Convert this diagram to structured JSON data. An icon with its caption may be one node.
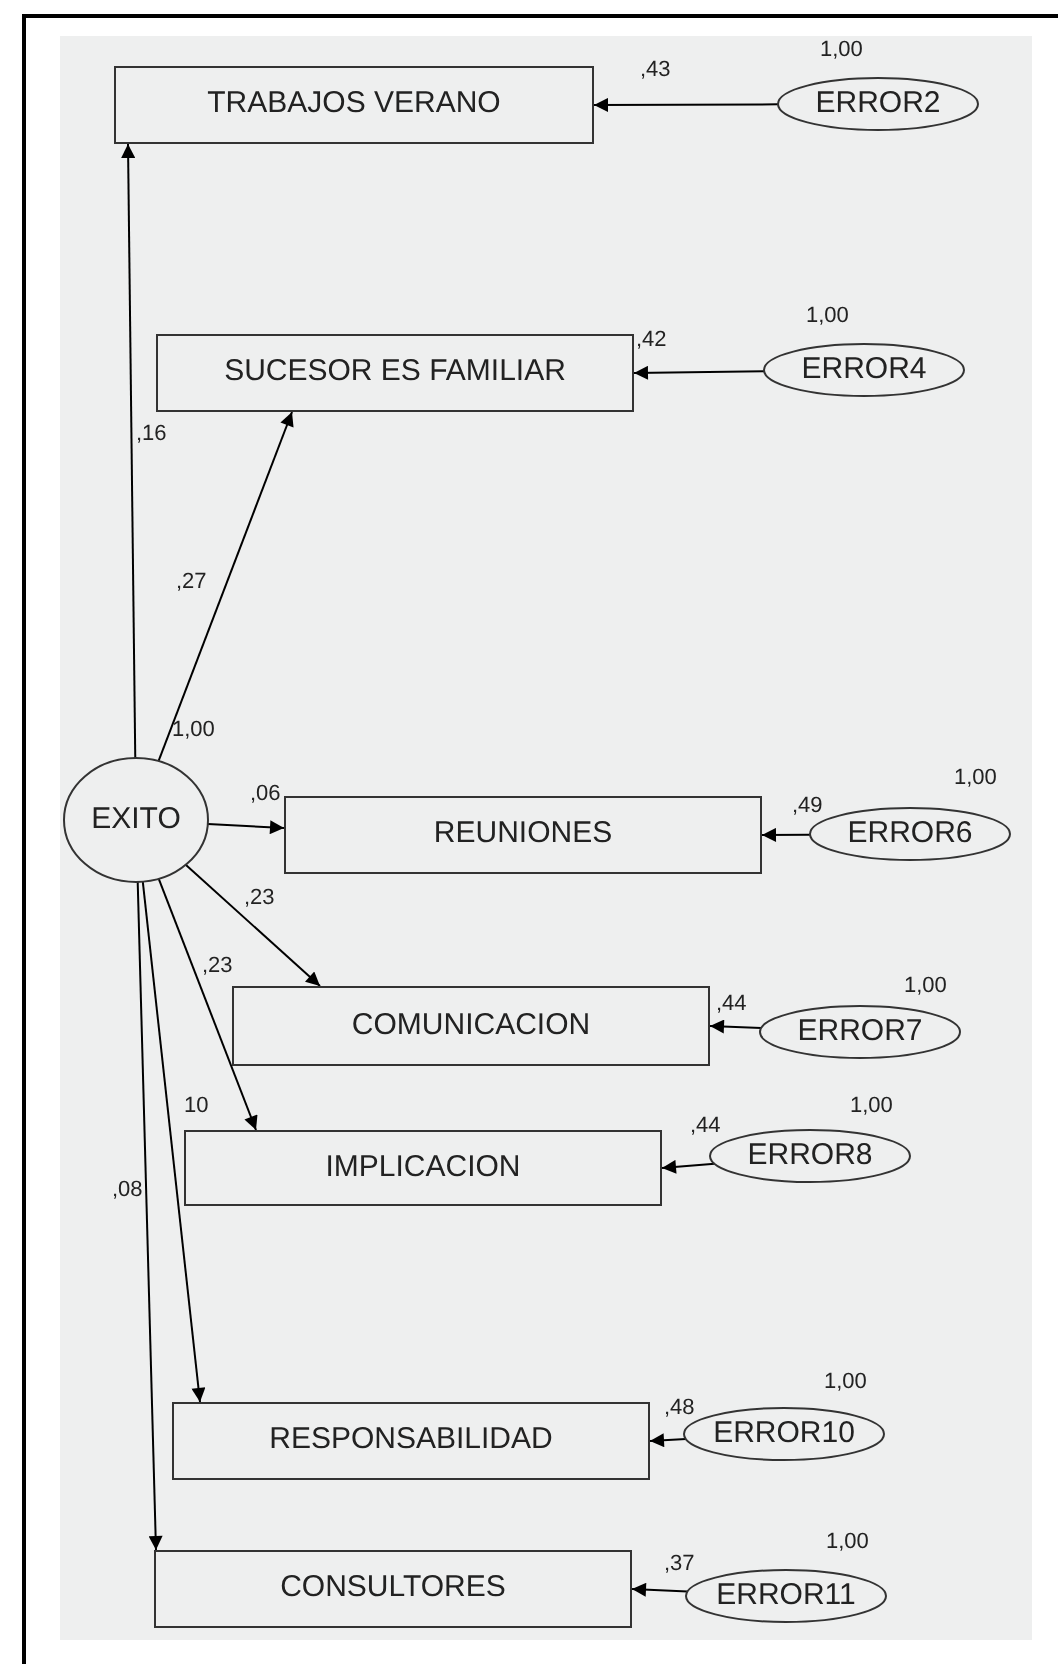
{
  "diagram": {
    "nodes": [
      {
        "text": [
          "TRABAJOS VERANO"
        ]
      },
      {
        "text": [
          "ERROR2"
        ]
      },
      {
        "text": [
          "SUCESOR ES FAMILIAR"
        ]
      },
      {
        "text": [
          "ERROR4"
        ]
      },
      {
        "text": [
          "EXITO"
        ]
      },
      {
        "text": [
          "REUNIONES"
        ]
      },
      {
        "text": [
          "ERROR6"
        ]
      },
      {
        "text": [
          "COMUNICACION"
        ]
      },
      {
        "text": [
          "ERROR7"
        ]
      },
      {
        "text": [
          "IMPLICACION"
        ]
      },
      {
        "text": [
          "ERROR8"
        ]
      },
      {
        "text": [
          "RESPONSABILIDAD"
        ]
      },
      {
        "text": [
          "ERROR10"
        ]
      },
      {
        "text": [
          "CONSULTORES"
        ]
      },
      {
        "text": [
          "ERROR11"
        ]
      }
    ],
    "edges": [
      {
        "from": 1,
        "to": 0,
        "arrow": "to"
      },
      {
        "from": 3,
        "to": 2,
        "arrow": "to"
      },
      {
        "from": 4,
        "to": 0,
        "arrow": "to"
      },
      {
        "from": 4,
        "to": 2,
        "arrow": "to"
      },
      {
        "from": 4,
        "to": 5,
        "arrow": "to"
      },
      {
        "from": 6,
        "to": 5,
        "arrow": "to"
      },
      {
        "from": 4,
        "to": 7,
        "arrow": "to"
      },
      {
        "from": 8,
        "to": 7,
        "arrow": "to"
      },
      {
        "from": 4,
        "to": 9,
        "arrow": "to"
      },
      {
        "from": 10,
        "to": 9,
        "arrow": "to"
      },
      {
        "from": 4,
        "to": 11,
        "arrow": "to"
      },
      {
        "from": 12,
        "to": 11,
        "arrow": "to"
      },
      {
        "from": 4,
        "to": 13,
        "arrow": "to"
      },
      {
        "from": 14,
        "to": 13,
        "arrow": "to"
      }
    ],
    "labels": [
      "1,00",
      ",43",
      "1,00",
      ",42",
      ",16",
      ",27",
      "1,00",
      "1,00",
      ",06",
      ",49",
      ",23",
      "1,00",
      ",23",
      ",44",
      "10",
      "1,00",
      ",44",
      ",08",
      "1,00",
      ",48",
      "1,00",
      ",37"
    ]
  }
}
